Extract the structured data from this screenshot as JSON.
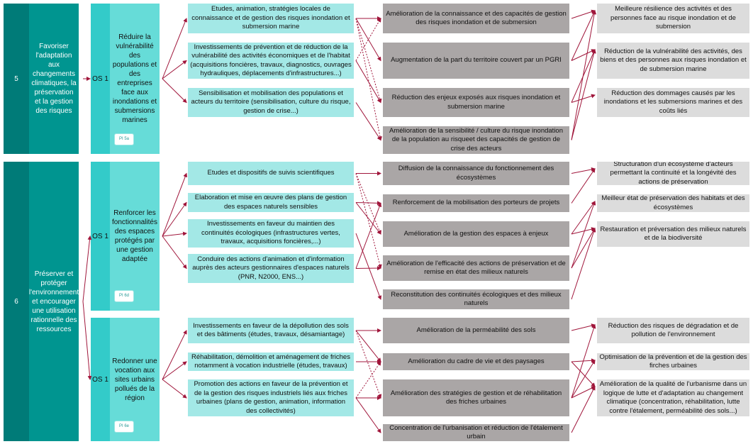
{
  "axes": [
    {
      "number": "5",
      "label": "Favoriser l'adaptation aux changements climatiques, la préservation et la gestion des risques"
    },
    {
      "number": "6",
      "label": "Préserver et protéger l'environnement et encourager une utilisation rationnelle des ressources"
    }
  ],
  "specific_objectives": [
    {
      "code": "OS 1",
      "label": "Réduire la vulnérabilité des populations et des entreprises face aux inondations et submersions marines",
      "badge": "PI 5a"
    },
    {
      "code": "OS 1",
      "label": "Renforcer les fonctionnalités des espaces protégés par une gestion adaptée",
      "badge": "PI 6d"
    },
    {
      "code": "OS 1",
      "label": "Redonner une vocation aux sites urbains pollués de la région",
      "badge": "PI 6e"
    }
  ],
  "actions": [
    "Etudes, animation, stratégies locales de connaissance et de gestion des risques inondation et submersion marine",
    "Investissements de prévention et de réduction de la vulnérabilité des activités économiques et de l'habitat (acquisitions foncières, travaux, diagnostics, ouvrages hydrauliques, déplacements d'infrastructures...)",
    "Sensibilisation et mobilisation des populations et acteurs du territoire (sensibilisation, culture du risque, gestion de crise...)",
    "Etudes et dispositifs de suivis scientifiques",
    "Elaboration et mise en œuvre des plans de gestion des espaces naturels sensibles",
    "Investissements en faveur du maintien des continuités écologiques (infrastructures vertes, travaux, acquisitions foncières,...)",
    "Conduire des actions d'animation et d'information auprès des acteurs gestionnaires d'espaces naturels (PNR, N2000, ENS...)",
    "Investissements en faveur de la dépollution des sols et des bâtiments (études, travaux, désamiantage)",
    "Réhabilitation, démolition et aménagement de friches notamment à vocation industrielle (études, travaux)",
    "Promotion des actions en faveur de la prévention et de la gestion des risques industriels liés aux friches urbaines (plans de gestion, animation, information des collectivités)"
  ],
  "results": [
    "Amélioration de la connaissance et des capacités de gestion des risques inondation et de submersion",
    "Augmentation de la part du territoire couvert par un PGRI",
    "Réduction des enjeux exposés aux risques inondation et submersion marine",
    "Amélioration de la sensibilité / culture du risque inondation de la population au risqueet des capacités de gestion de crise des acteurs",
    "Diffusion de la connaissance du fonctionnement des écosystèmes",
    "Renforcement de la mobilisation des porteurs de projets",
    "Amélioration de la gestion des espaces à enjeux",
    "Amélioration de l'efficacité des actions de préservation et de remise en état des milieux naturels",
    "Reconstitution des continuités écologiques et des milieux naturels",
    "Amélioration de la perméabilité des sols",
    "Amélioration du cadre de vie et des paysages",
    "Amélioration des stratégies de gestion et de réhabilitation des friches urbaines",
    "Concentration de l'urbanisation et réduction de l'étalement urbain"
  ],
  "impacts": [
    "Meilleure résilience des activités et des personnes face au risque inondation et de submersion",
    "Réduction de la vulnérabilité des activités, des biens et des personnes aux risques inondation et de submersion marine",
    "Réduction des dommages causés par les inondations et les submersions marines et des coûts liés",
    "Structuration d'un écosystème d'acteurs permettant la continuité et la longévité des actions de préservation",
    "Meilleur état de préservation des habitats et des écosystèmes",
    "Restauration et préversation des milieux naturels et de la biodiversité",
    "Réduction des risques de dégradation et de pollution de l'environnement",
    "Optimisation de la prévention et de la gestion des firches urbaines",
    "Amélioration de la qualité de l'urbanisme dans un logique de lutte et d'adaptation au changement climatique (concentration, réhabilitation, lutte contre l'étalement, perméabilité des sols...)"
  ],
  "links": {
    "axis_to_os": [
      [
        0,
        0
      ],
      [
        1,
        1
      ],
      [
        1,
        2
      ]
    ],
    "os_to_action": [
      [
        0,
        0
      ],
      [
        0,
        1
      ],
      [
        0,
        2
      ],
      [
        1,
        3
      ],
      [
        1,
        4
      ],
      [
        1,
        5
      ],
      [
        1,
        6
      ],
      [
        2,
        7
      ],
      [
        2,
        8
      ],
      [
        2,
        9
      ]
    ],
    "action_to_result": [
      {
        "from": 0,
        "to": 0,
        "style": "solid"
      },
      {
        "from": 0,
        "to": 1,
        "style": "solid"
      },
      {
        "from": 0,
        "to": 2,
        "style": "dotted"
      },
      {
        "from": 0,
        "to": 3,
        "style": "dotted"
      },
      {
        "from": 1,
        "to": 0,
        "style": "dotted"
      },
      {
        "from": 1,
        "to": 2,
        "style": "solid"
      },
      {
        "from": 2,
        "to": 3,
        "style": "solid"
      },
      {
        "from": 3,
        "to": 4,
        "style": "solid"
      },
      {
        "from": 3,
        "to": 6,
        "style": "dotted"
      },
      {
        "from": 3,
        "to": 7,
        "style": "dotted"
      },
      {
        "from": 4,
        "to": 5,
        "style": "solid"
      },
      {
        "from": 4,
        "to": 6,
        "style": "solid"
      },
      {
        "from": 5,
        "to": 8,
        "style": "solid"
      },
      {
        "from": 6,
        "to": 5,
        "style": "solid"
      },
      {
        "from": 6,
        "to": 7,
        "style": "solid"
      },
      {
        "from": 7,
        "to": 9,
        "style": "solid"
      },
      {
        "from": 7,
        "to": 10,
        "style": "solid"
      },
      {
        "from": 7,
        "to": 11,
        "style": "dotted"
      },
      {
        "from": 8,
        "to": 10,
        "style": "solid"
      },
      {
        "from": 9,
        "to": 10,
        "style": "dotted"
      },
      {
        "from": 9,
        "to": 11,
        "style": "solid"
      },
      {
        "from": 9,
        "to": 12,
        "style": "solid"
      }
    ],
    "result_to_impact": [
      [
        0,
        0
      ],
      [
        1,
        0
      ],
      [
        1,
        1
      ],
      [
        2,
        1
      ],
      [
        2,
        2
      ],
      [
        3,
        0
      ],
      [
        3,
        1
      ],
      [
        4,
        3
      ],
      [
        5,
        3
      ],
      [
        6,
        4
      ],
      [
        6,
        5
      ],
      [
        7,
        4
      ],
      [
        7,
        5
      ],
      [
        8,
        5
      ],
      [
        9,
        6
      ],
      [
        10,
        8
      ],
      [
        11,
        6
      ],
      [
        11,
        7
      ],
      [
        11,
        8
      ],
      [
        12,
        8
      ],
      [
        10,
        7
      ]
    ]
  },
  "colors": {
    "arrow": "#a0163b",
    "axis_number_bg": "#007b78",
    "axis_label_bg": "#009590",
    "os_number_bg": "#33cbc9",
    "os_label_bg": "#66dcd8",
    "action_bg": "#a3e8e6",
    "result_bg": "#aaa6a6",
    "impact_bg": "#dcdcdc"
  }
}
